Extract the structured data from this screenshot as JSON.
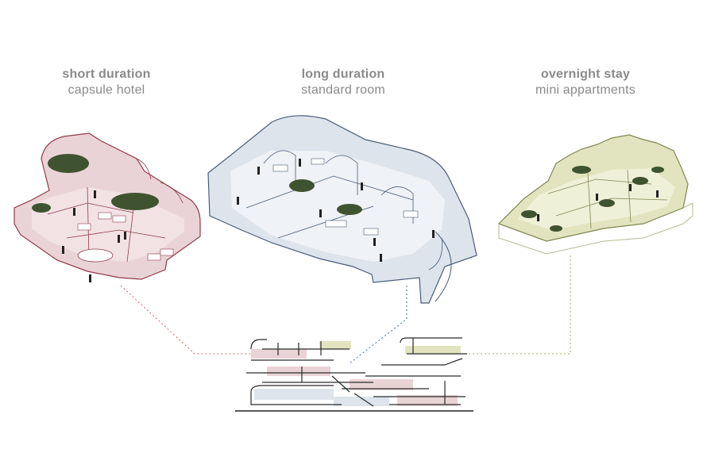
{
  "labels": [
    {
      "title": "short duration",
      "subtitle": "capsule hotel"
    },
    {
      "title": "long duration",
      "subtitle": "standard room"
    },
    {
      "title": "overnight stay",
      "subtitle": "mini appartments"
    }
  ],
  "colors": {
    "capsule_fill": "#ead3d6",
    "capsule_stroke": "#8e3b47",
    "standard_fill": "#dde4ec",
    "standard_stroke": "#4a5d78",
    "mini_fill": "#e2e4bf",
    "mini_stroke": "#7f8752",
    "leader_red": "#d9606b",
    "leader_blue": "#3f6fb5",
    "leader_green": "#9ab46a",
    "plant": "#3f5330",
    "label_text": "#8a8a8a"
  }
}
